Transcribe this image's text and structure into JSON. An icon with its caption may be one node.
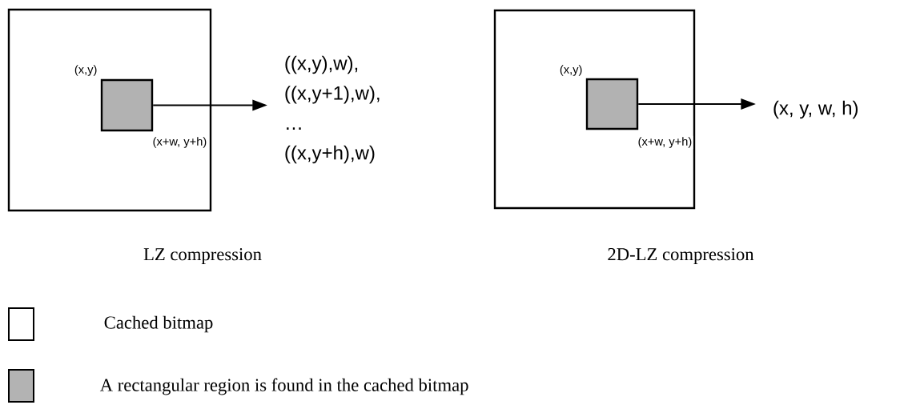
{
  "diagram": {
    "nodes": [
      {
        "text": [],
        "shape": "box"
      },
      {
        "text": [],
        "shape": "box",
        "in": 0,
        "beside": [
          "(x,y)",
          "(x+w, y+h)"
        ]
      },
      {
        "text": [
          "((x,y),w),",
          "((x,y+1),w),",
          "…",
          "((x,y+h),w)"
        ]
      },
      {
        "text": [],
        "shape": "box"
      },
      {
        "text": [],
        "shape": "box",
        "in": 3,
        "beside": [
          "(x,y)",
          "(x+w, y+h)"
        ]
      },
      {
        "text": [
          "(x, y, w, h)"
        ]
      }
    ],
    "edges": [
      {
        "from": 1,
        "to": 2,
        "arrow": "to"
      },
      {
        "from": 4,
        "to": 5,
        "arrow": "to"
      }
    ],
    "labels": [
      "LZ compression",
      "2D-LZ compression"
    ],
    "legend": [
      {
        "text": "Cached bitmap"
      },
      {
        "text": "A rectangular region is found in the cached bitmap",
        "color": "#b3b3b3"
      }
    ]
  }
}
